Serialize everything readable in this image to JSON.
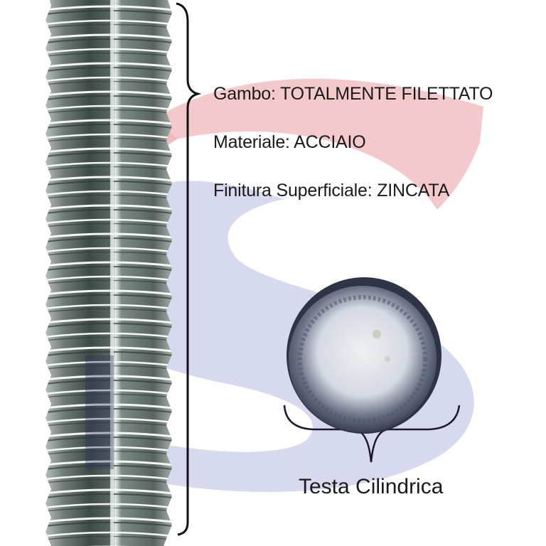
{
  "watermark": {
    "icon": "s-logo-icon",
    "colors": {
      "red_arc": "#f4c9cc",
      "blue_arc": "#d7d9ef"
    }
  },
  "product": {
    "shank_image": "threaded-shank-photo",
    "head_image": "cylindrical-head-photo",
    "colors": {
      "metal_dark": "#3f4a45",
      "metal_mid": "#7d8984",
      "metal_light": "#e9eeec",
      "bracket": "#111111"
    }
  },
  "specs": [
    {
      "label": "Gambo",
      "value": "TOTALMENTE FILETTATO",
      "text": "Gambo: TOTALMENTE FILETTATO"
    },
    {
      "label": "Materiale",
      "value": "ACCIAIO",
      "text": "Materiale: ACCIAIO"
    },
    {
      "label": "Finitura Superficiale",
      "value": "ZINCATA",
      "text": "Finitura Superficiale: ZINCATA"
    }
  ],
  "head_caption": "Testa Cilindrica"
}
